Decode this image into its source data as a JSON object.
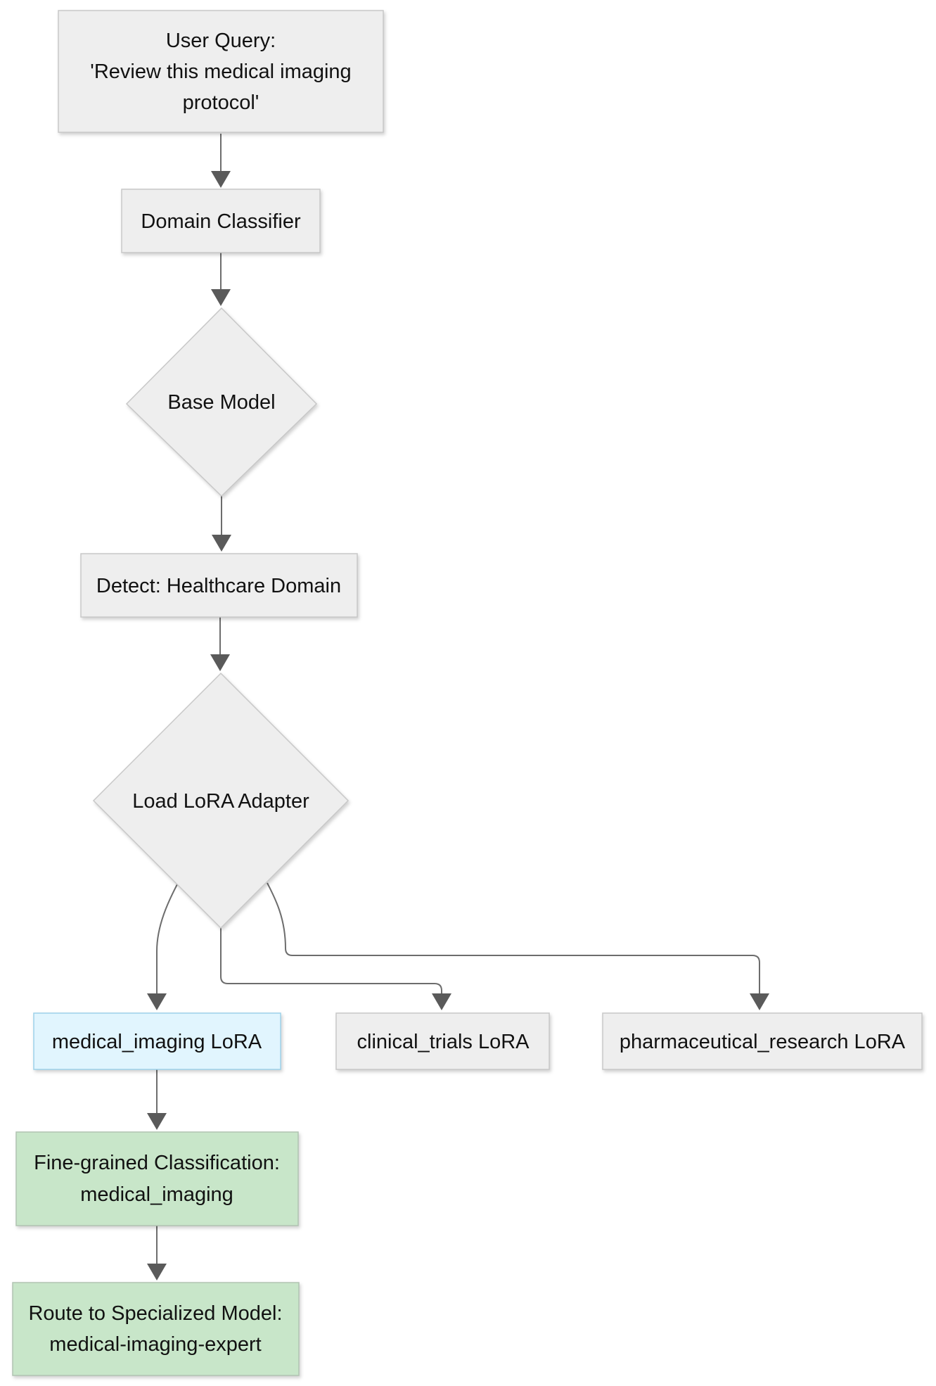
{
  "diagram": {
    "kind": "flowchart",
    "direction": "top-down",
    "colors": {
      "node_fill": "#eeeeee",
      "node_border": "#c8c8c8",
      "highlight_fill": "#e1f5fe",
      "highlight_border": "#9ed2ea",
      "result_fill": "#c8e6c9",
      "result_border": "#b1c4b2",
      "edge": "#6d6d6d",
      "arrowhead": "#5a5a5a",
      "text": "#111111",
      "background": "#ffffff"
    },
    "nodes": {
      "user_query": {
        "shape": "rectangle",
        "lines": [
          "User Query:",
          "'Review this medical imaging",
          "protocol'"
        ]
      },
      "domain_classifier": {
        "shape": "rectangle",
        "lines": [
          "Domain Classifier"
        ]
      },
      "base_model": {
        "shape": "diamond",
        "lines": [
          "Base Model"
        ]
      },
      "detect_domain": {
        "shape": "rectangle",
        "lines": [
          "Detect: Healthcare Domain"
        ]
      },
      "load_lora_adapter": {
        "shape": "diamond",
        "lines": [
          "Load LoRA Adapter"
        ]
      },
      "medical_imaging_lora": {
        "shape": "rectangle",
        "lines": [
          "medical_imaging LoRA"
        ]
      },
      "clinical_trials_lora": {
        "shape": "rectangle",
        "lines": [
          "clinical_trials LoRA"
        ]
      },
      "pharmaceutical_research_lora": {
        "shape": "rectangle",
        "lines": [
          "pharmaceutical_research LoRA"
        ]
      },
      "fine_grained_classification": {
        "shape": "rectangle",
        "lines": [
          "Fine-grained Classification:",
          "medical_imaging"
        ]
      },
      "route_to_specialized_model": {
        "shape": "rectangle",
        "lines": [
          "Route to Specialized Model:",
          "medical-imaging-expert"
        ]
      }
    },
    "edges": [
      {
        "from": "user_query",
        "to": "domain_classifier"
      },
      {
        "from": "domain_classifier",
        "to": "base_model"
      },
      {
        "from": "base_model",
        "to": "detect_domain"
      },
      {
        "from": "detect_domain",
        "to": "load_lora_adapter"
      },
      {
        "from": "load_lora_adapter",
        "to": "medical_imaging_lora"
      },
      {
        "from": "load_lora_adapter",
        "to": "clinical_trials_lora"
      },
      {
        "from": "load_lora_adapter",
        "to": "pharmaceutical_research_lora"
      },
      {
        "from": "medical_imaging_lora",
        "to": "fine_grained_classification"
      },
      {
        "from": "fine_grained_classification",
        "to": "route_to_specialized_model"
      }
    ]
  }
}
